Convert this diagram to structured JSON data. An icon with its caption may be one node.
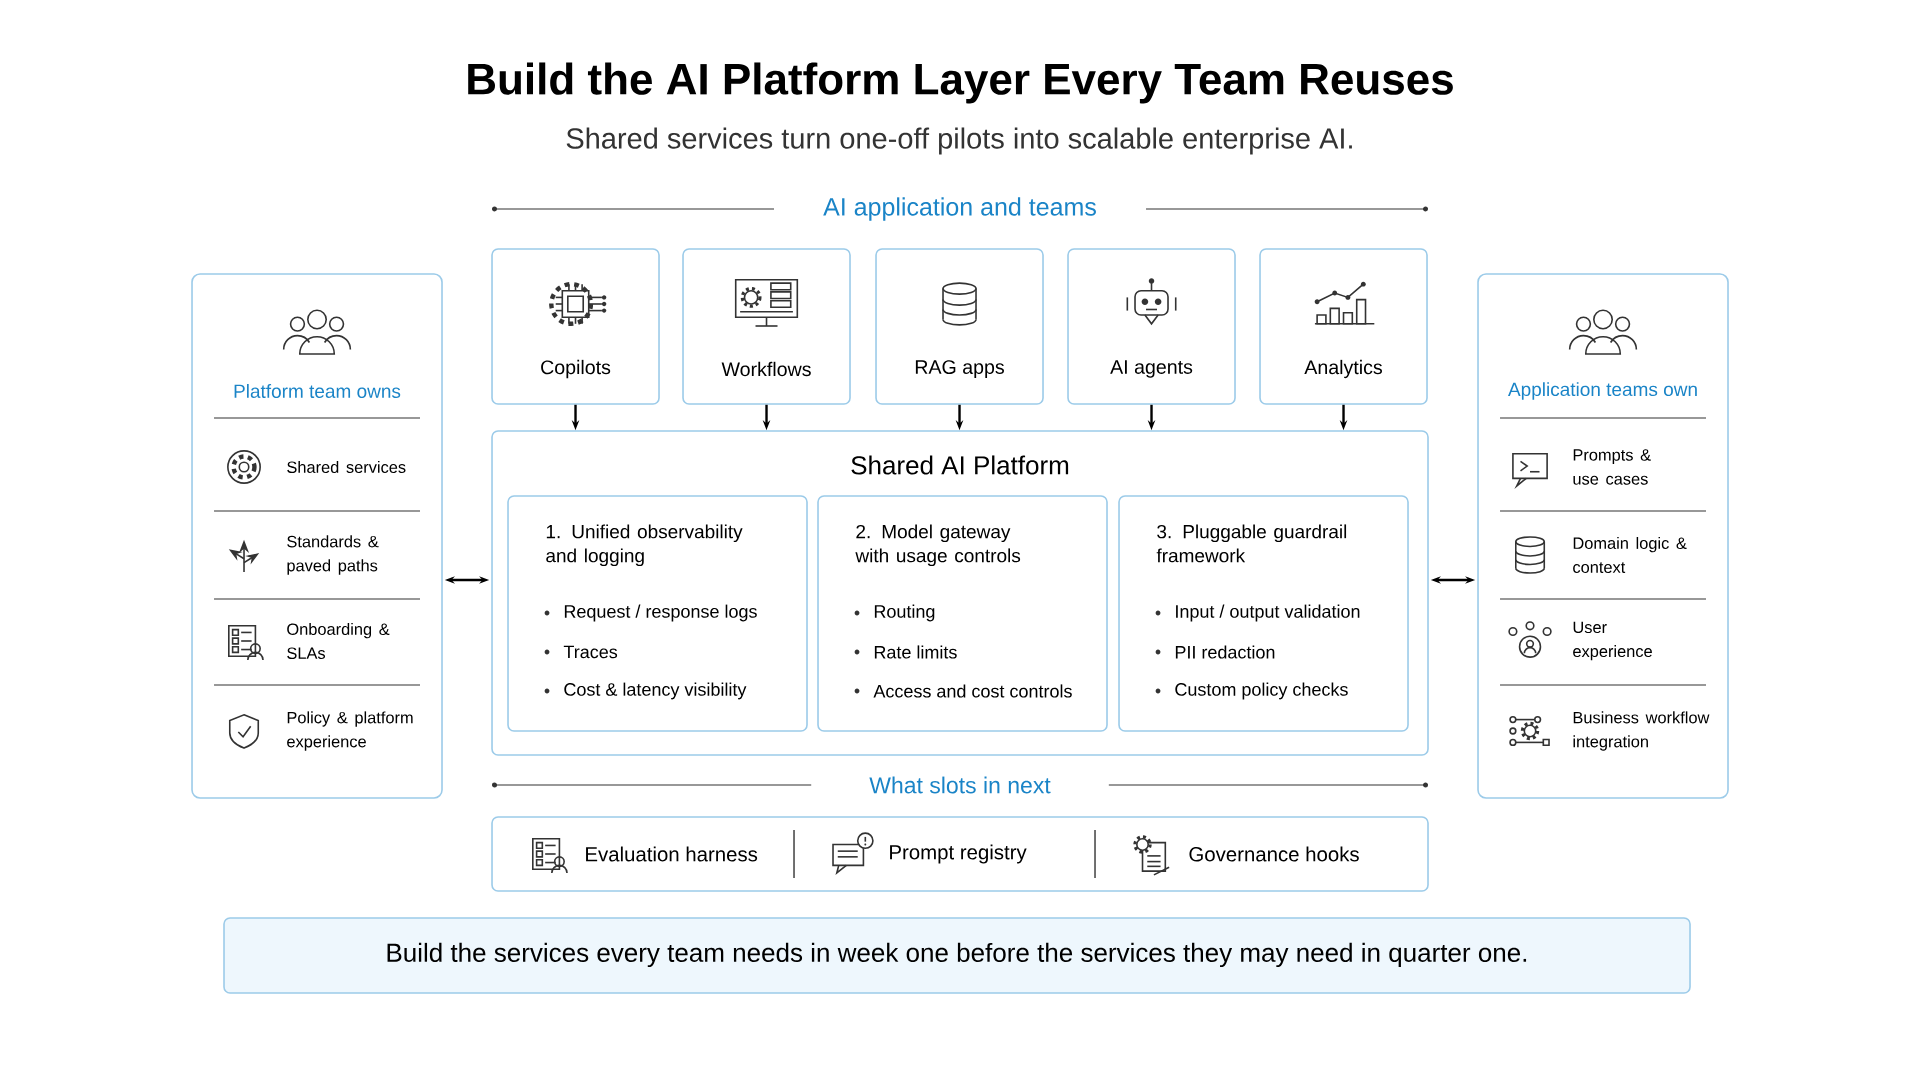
{
  "diagram": {
    "title": "Build the AI Platform Layer Every Team Reuses",
    "nodes": [
      {
        "text": [
          "Platform team owns"
        ]
      },
      {
        "text": [
          "Shared services"
        ],
        "in": 0
      },
      {
        "text": [
          "Standards & paved paths"
        ],
        "in": 0
      },
      {
        "text": [
          "Onboarding & SLAs"
        ],
        "in": 0
      },
      {
        "text": [
          "Policy & platform experience"
        ],
        "in": 0
      },
      {
        "text": [
          "Application teams own"
        ]
      },
      {
        "text": [
          "Prompts & use cases"
        ],
        "in": 5
      },
      {
        "text": [
          "Domain logic & context"
        ],
        "in": 5
      },
      {
        "text": [
          "User experience"
        ],
        "in": 5
      },
      {
        "text": [
          "Business workflow integration"
        ],
        "in": 5
      },
      {
        "text": [
          "Copilots"
        ]
      },
      {
        "text": [
          "Workflows"
        ]
      },
      {
        "text": [
          "RAG apps"
        ]
      },
      {
        "text": [
          "AI agents"
        ]
      },
      {
        "text": [
          "Analytics"
        ]
      },
      {
        "text": [
          "Shared AI Platform"
        ]
      },
      {
        "text": [
          "1. Unified observability and logging",
          "Request / response logs",
          "Traces",
          "Cost & latency visibility"
        ],
        "in": 15
      },
      {
        "text": [
          "2. Model gateway with usage controls",
          "Routing",
          "Rate limits",
          "Access and cost controls"
        ],
        "in": 15
      },
      {
        "text": [
          "3. Pluggable guardrail framework",
          "Input / output validation",
          "PII redaction",
          "Custom policy checks"
        ],
        "in": 15
      },
      {
        "text": [],
        "shape": "box"
      },
      {
        "text": [
          "Evaluation harness"
        ],
        "in": 19
      },
      {
        "text": [
          "Prompt registry"
        ],
        "in": 19
      },
      {
        "text": [
          "Governance hooks"
        ],
        "in": 19
      },
      {
        "text": [
          "Build the services every team needs in week one before the services they may need in quarter one."
        ]
      }
    ],
    "edges": [
      {
        "from": 10,
        "to": 15,
        "arrow": "to"
      },
      {
        "from": 11,
        "to": 15,
        "arrow": "to"
      },
      {
        "from": 12,
        "to": 15,
        "arrow": "to"
      },
      {
        "from": 13,
        "to": 15,
        "arrow": "to"
      },
      {
        "from": 14,
        "to": 15,
        "arrow": "to"
      },
      {
        "from": 0,
        "to": 15,
        "arrow": "both"
      },
      {
        "from": 15,
        "to": 5,
        "arrow": "both"
      }
    ],
    "labels": [
      "Shared services turn one-off pilots into scalable enterprise AI.",
      "AI application and teams",
      "What slots in next"
    ]
  }
}
